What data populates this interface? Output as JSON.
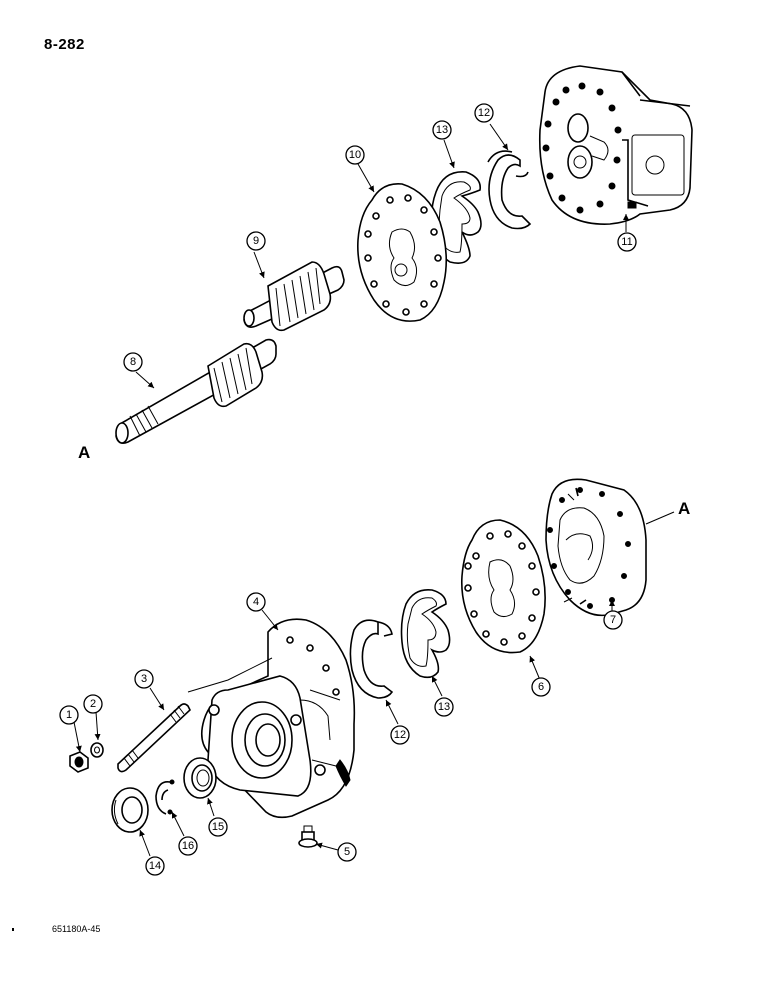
{
  "page_number": "8-282",
  "figure_code": "651180A-45",
  "connection_letter": "A",
  "callouts": {
    "c1": "1",
    "c2": "2",
    "c3": "3",
    "c4": "4",
    "c5": "5",
    "c6": "6",
    "c7": "7",
    "c8": "8",
    "c9": "9",
    "c10": "10",
    "c11": "11",
    "c12a": "12",
    "c12b": "12",
    "c13a": "13",
    "c13b": "13",
    "c14": "14",
    "c15": "15",
    "c16": "16"
  }
}
